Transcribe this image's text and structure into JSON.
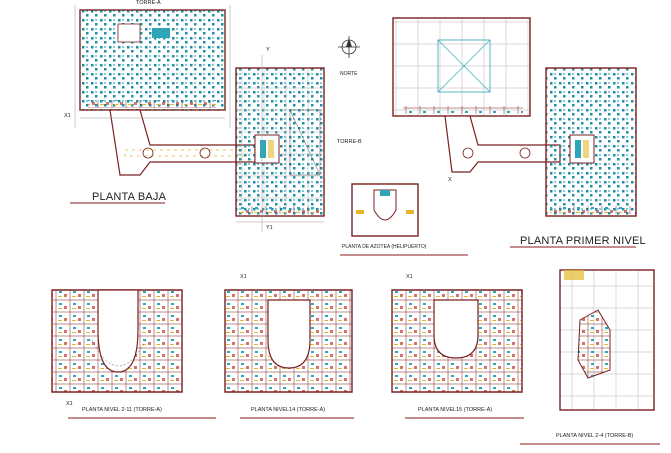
{
  "labels": {
    "planta_baja": "PLANTA BAJA",
    "planta_primer_nivel": "PLANTA PRIMER NIVEL",
    "torre_a": "TORRE-A",
    "torre_b": "TORRE-B",
    "norte": "NORTE",
    "azotea": "PLANTA DE AZOTEA (HELIPUERTO)",
    "nivel_2_11": "PLANTA NIVEL 2-11  (TORRE-A)",
    "nivel_14": "PLANTA NIVEL14 (TORRE-A)",
    "nivel_15": "PLANTA NIVEL15 (TORRE-A)",
    "nivel_2_4_b": "PLANTA NIVEL 2-4 (TORRE-B)",
    "axis_x1": "X1",
    "axis_x": "X",
    "axis_y": "Y",
    "axis_y1": "Y1"
  },
  "colors": {
    "wall": "#7a2020",
    "room_blue": "#2fa6b8",
    "furniture": "#1d8ea5",
    "accent_yellow": "#e3b92b",
    "accent_red": "#c0392b",
    "grid": "#9a9a9a",
    "text": "#222222"
  }
}
